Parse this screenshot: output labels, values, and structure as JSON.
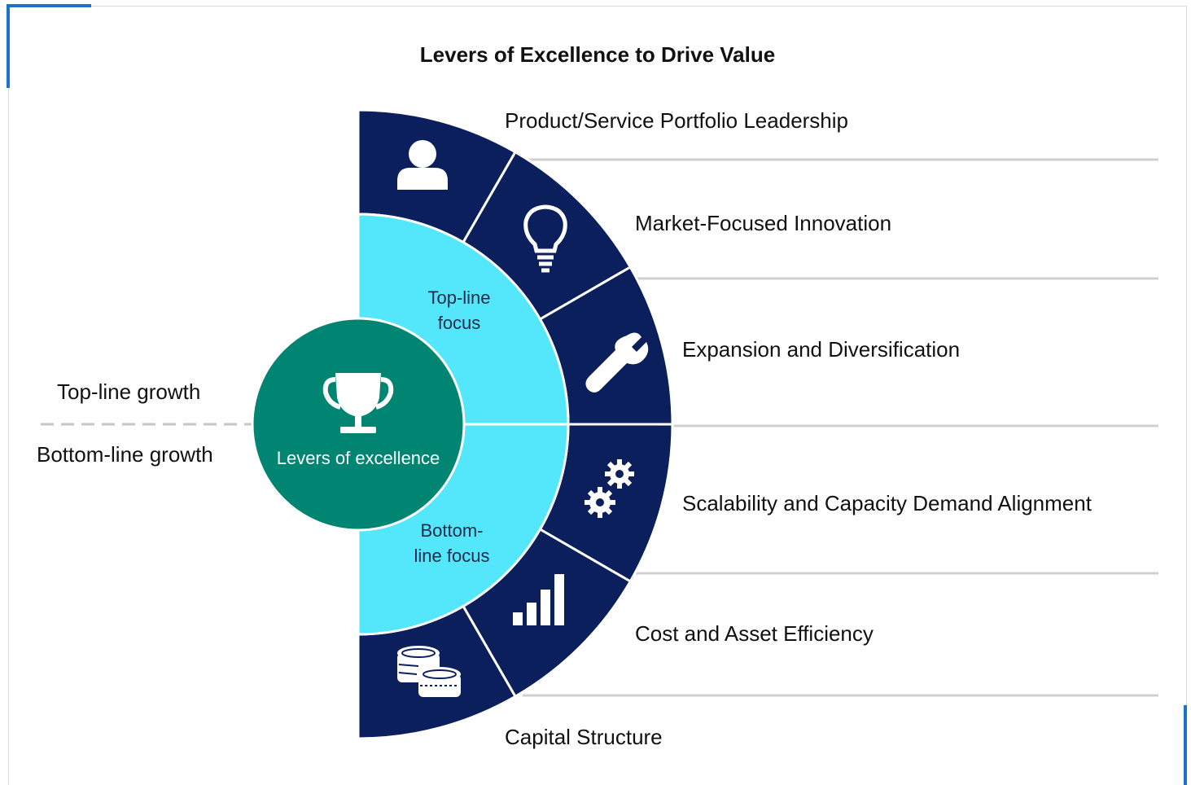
{
  "title": "Levers of Excellence to Drive Value",
  "center": {
    "label": "Levers of excellence",
    "icon": "trophy-icon"
  },
  "growth_labels": {
    "top": "Top-line growth",
    "bottom": "Bottom-line growth"
  },
  "focus_labels": {
    "top_line1": "Top-line",
    "top_line2": "focus",
    "bottom_line1": "Bottom-",
    "bottom_line2": "line focus"
  },
  "levers": [
    {
      "label": "Product/Service Portfolio Leadership",
      "icon": "person-icon"
    },
    {
      "label": "Market-Focused Innovation",
      "icon": "lightbulb-icon"
    },
    {
      "label": "Expansion and Diversification",
      "icon": "wrench-icon"
    },
    {
      "label": "Scalability and Capacity Demand Alignment",
      "icon": "gears-icon"
    },
    {
      "label": "Cost and Asset Efficiency",
      "icon": "bar-chart-icon"
    },
    {
      "label": "Capital Structure",
      "icon": "coins-icon"
    }
  ],
  "colors": {
    "navy": "#0b1f5c",
    "cyan": "#54e6fb",
    "green": "#008573",
    "accent_blue": "#1a73c9",
    "divider_gray": "#d0d0d0"
  }
}
